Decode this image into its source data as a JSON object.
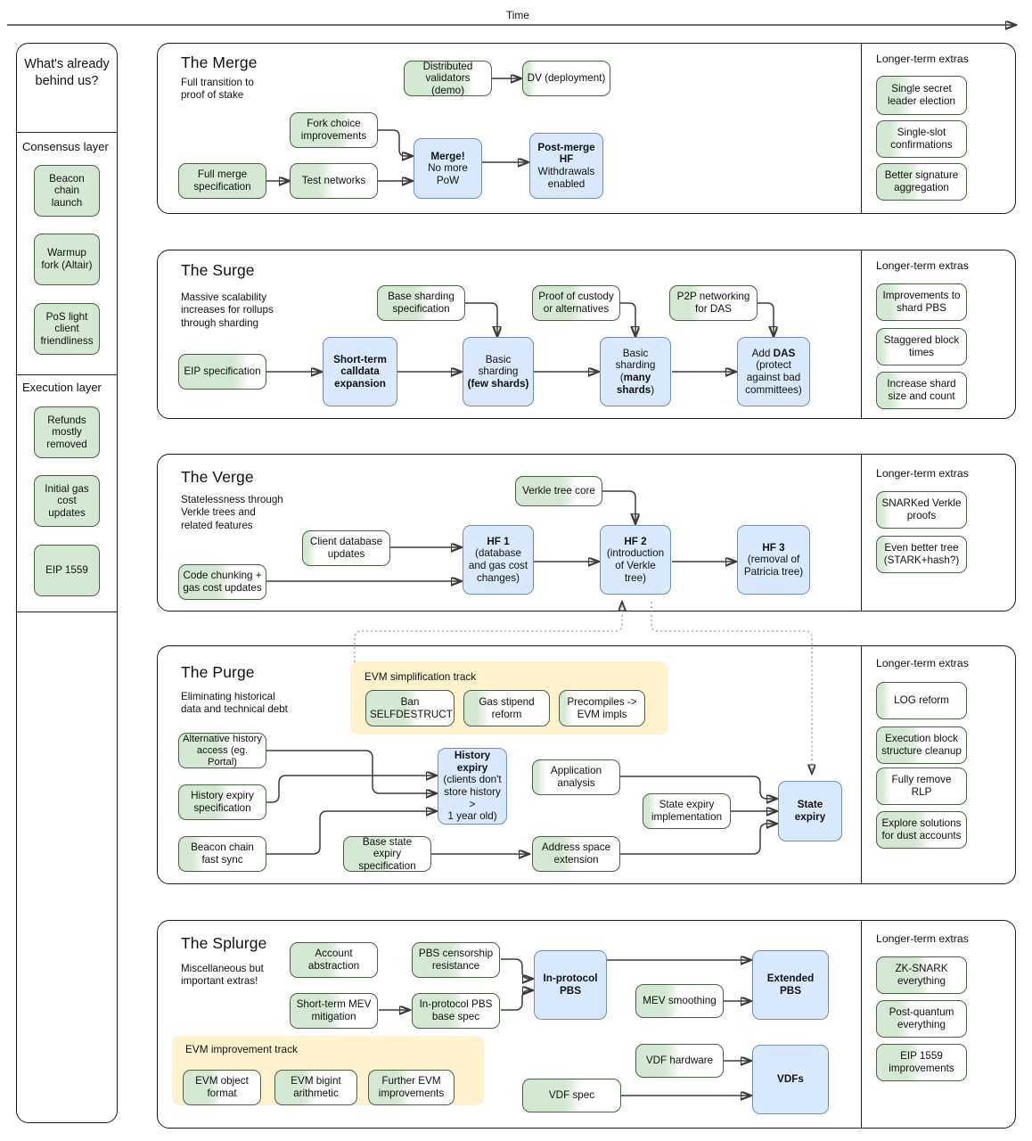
{
  "timeline": {
    "axis_label": "Time"
  },
  "sidebar": {
    "heading": "What's already behind us?",
    "groups": [
      {
        "title": "Consensus layer",
        "items": [
          {
            "label": "Beacon chain launch",
            "progress": 100
          },
          {
            "label": "Warmup fork (Altair)",
            "progress": 100
          },
          {
            "label": "PoS light client friendliness",
            "progress": 100
          }
        ]
      },
      {
        "title": "Execution layer",
        "items": [
          {
            "label": "Refunds mostly removed",
            "progress": 100
          },
          {
            "label": "Initial gas cost updates",
            "progress": 100
          },
          {
            "label": "EIP 1559",
            "progress": 100
          }
        ]
      }
    ]
  },
  "phases": [
    {
      "id": "merge",
      "title": "The Merge",
      "subtitle": "Full transition to proof of stake",
      "extras_title": "Longer-term extras",
      "nodes": [
        {
          "id": "distributed-validators",
          "label": "Distributed validators (demo)",
          "kind": "green",
          "progress": 70
        },
        {
          "id": "dv-deployment",
          "label": "DV (deployment)",
          "kind": "green",
          "progress": 10
        },
        {
          "id": "fork-choice-improvements",
          "label": "Fork choice improvements",
          "kind": "green",
          "progress": 60
        },
        {
          "id": "full-merge-specification",
          "label": "Full merge specification",
          "kind": "green",
          "progress": 100
        },
        {
          "id": "test-networks",
          "label": "Test networks",
          "kind": "green",
          "progress": 40
        },
        {
          "id": "merge",
          "label": "Merge! No more PoW",
          "kind": "blue",
          "bold_first": true
        },
        {
          "id": "post-merge-hf",
          "label": "Post-merge HF Withdrawals enabled",
          "kind": "blue",
          "bold_first": true
        }
      ],
      "extras": [
        {
          "label": "Single secret leader election",
          "progress": 30
        },
        {
          "label": "Single-slot confirmations",
          "progress": 20
        },
        {
          "label": "Better signature aggregation",
          "progress": 40
        }
      ]
    },
    {
      "id": "surge",
      "title": "The Surge",
      "subtitle": "Massive scalability increases for rollups through sharding",
      "extras_title": "Longer-term extras",
      "nodes": [
        {
          "id": "base-sharding-specification",
          "label": "Base sharding specification",
          "kind": "green",
          "progress": 50
        },
        {
          "id": "proof-of-custody",
          "label": "Proof of custody or alternatives",
          "kind": "green",
          "progress": 50
        },
        {
          "id": "p2p-networking-das",
          "label": "P2P networking for DAS",
          "kind": "green",
          "progress": 30
        },
        {
          "id": "eip-specification",
          "label": "EIP specification",
          "kind": "green",
          "progress": 70
        },
        {
          "id": "short-term-calldata-expansion",
          "label": "Short-term calldata expansion",
          "kind": "blue"
        },
        {
          "id": "basic-sharding-few",
          "label": "Basic sharding (few shards)",
          "kind": "blue"
        },
        {
          "id": "basic-sharding-many",
          "label": "Basic sharding (many shards)",
          "kind": "blue"
        },
        {
          "id": "add-das",
          "label": "Add DAS (protect against bad committees)",
          "kind": "blue"
        }
      ],
      "extras": [
        {
          "label": "Improvements to shard PBS",
          "progress": 25
        },
        {
          "label": "Staggered block times",
          "progress": 12
        },
        {
          "label": "Increase shard size and count",
          "progress": 25
        }
      ]
    },
    {
      "id": "verge",
      "title": "The Verge",
      "subtitle": "Statelessness through Verkle trees and related features",
      "extras_title": "Longer-term extras",
      "nodes": [
        {
          "id": "verkle-tree-core",
          "label": "Verkle tree core",
          "kind": "green",
          "progress": 60
        },
        {
          "id": "client-database-updates",
          "label": "Client database updates",
          "kind": "green",
          "progress": 12
        },
        {
          "id": "code-chunking",
          "label": "Code chunking + gas cost updates",
          "kind": "green",
          "progress": 55
        },
        {
          "id": "hf-1",
          "label": "HF 1 (database and gas cost changes)",
          "kind": "blue",
          "bold_first": true
        },
        {
          "id": "hf-2",
          "label": "HF 2 (introduction of Verkle tree)",
          "kind": "blue",
          "bold_first": true
        },
        {
          "id": "hf-3",
          "label": "HF 3 (removal of Patricia tree)",
          "kind": "blue",
          "bold_first": true
        }
      ],
      "extras": [
        {
          "label": "SNARKed Verkle proofs",
          "progress": 10
        },
        {
          "label": "Even better tree (STARK+hash?)",
          "progress": 5
        }
      ]
    },
    {
      "id": "purge",
      "title": "The Purge",
      "subtitle": "Eliminating historical data and technical debt",
      "extras_title": "Longer-term extras",
      "track": {
        "label": "EVM simplification track"
      },
      "nodes": [
        {
          "id": "ban-selfdestruct",
          "label": "Ban SELFDESTRUCT",
          "kind": "green",
          "progress": 50
        },
        {
          "id": "gas-stipend-reform",
          "label": "Gas stipend reform",
          "kind": "green",
          "progress": 22
        },
        {
          "id": "precompiles-evm",
          "label": "Precompiles -> EVM impls",
          "kind": "green",
          "progress": 15
        },
        {
          "id": "alternative-history-access",
          "label": "Alternative history access (eg. Portal)",
          "kind": "green",
          "progress": 55
        },
        {
          "id": "history-expiry-specification",
          "label": "History expiry specification",
          "kind": "green",
          "progress": 55
        },
        {
          "id": "beacon-chain-fast-sync",
          "label": "Beacon chain fast sync",
          "kind": "green",
          "progress": 22
        },
        {
          "id": "history-expiry",
          "label": "History expiry (clients don't store history > 1 year old)",
          "kind": "blue",
          "bold_first": true
        },
        {
          "id": "application-analysis",
          "label": "Application analysis",
          "kind": "green",
          "progress": 10
        },
        {
          "id": "base-state-expiry-specification",
          "label": "Base state expiry specification",
          "kind": "green",
          "progress": 50
        },
        {
          "id": "state-expiry-implementation",
          "label": "State expiry implementation",
          "kind": "green",
          "progress": 12
        },
        {
          "id": "address-space-extension",
          "label": "Address space extension",
          "kind": "green",
          "progress": 40
        },
        {
          "id": "state-expiry",
          "label": "State expiry",
          "kind": "blue",
          "bold_first": true
        }
      ],
      "extras": [
        {
          "label": "LOG reform",
          "progress": 12
        },
        {
          "label": "Execution block structure cleanup",
          "progress": 45
        },
        {
          "label": "Fully remove RLP",
          "progress": 12
        },
        {
          "label": "Explore solutions for dust accounts",
          "progress": 55
        }
      ]
    },
    {
      "id": "splurge",
      "title": "The Splurge",
      "subtitle": "Miscellaneous but important extras!",
      "extras_title": "Longer-term extras",
      "track": {
        "label": "EVM improvement track"
      },
      "nodes": [
        {
          "id": "account-abstraction",
          "label": "Account abstraction",
          "kind": "green",
          "progress": 55
        },
        {
          "id": "pbs-censorship-resistance",
          "label": "PBS censorship resistance",
          "kind": "green",
          "progress": 55
        },
        {
          "id": "short-term-mev-mitigation",
          "label": "Short-term MEV mitigation",
          "kind": "green",
          "progress": 55
        },
        {
          "id": "in-protocol-pbs-base-spec",
          "label": "In-protocol PBS base spec",
          "kind": "green",
          "progress": 55
        },
        {
          "id": "in-protocol-pbs",
          "label": "In-protocol PBS",
          "kind": "blue",
          "bold_first": true
        },
        {
          "id": "mev-smoothing",
          "label": "MEV smoothing",
          "kind": "green",
          "progress": 42
        },
        {
          "id": "extended-pbs",
          "label": "Extended PBS",
          "kind": "blue",
          "bold_first": true
        },
        {
          "id": "evm-object-format",
          "label": "EVM object format",
          "kind": "green",
          "progress": 45
        },
        {
          "id": "evm-bigint-arithmetic",
          "label": "EVM bigint arithmetic",
          "kind": "green",
          "progress": 45
        },
        {
          "id": "further-evm-improvements",
          "label": "Further EVM improvements",
          "kind": "green",
          "progress": 45
        },
        {
          "id": "vdf-hardware",
          "label": "VDF hardware",
          "kind": "green",
          "progress": 45
        },
        {
          "id": "vdf-spec",
          "label": "VDF spec",
          "kind": "green",
          "progress": 55
        },
        {
          "id": "vdfs",
          "label": "VDFs",
          "kind": "blue",
          "bold_first": true
        }
      ],
      "extras": [
        {
          "label": "ZK-SNARK everything",
          "progress": 50
        },
        {
          "label": "Post-quantum everything",
          "progress": 30
        },
        {
          "label": "EIP 1559 improvements",
          "progress": 40
        }
      ]
    }
  ],
  "colors": {
    "green_fill": "#d5e8d4",
    "green_border": "#82b366",
    "blue_fill": "#dae8fc",
    "blue_border": "#6c8ebf",
    "track_fill": "#fff2cc",
    "panel_border": "#1a1a1a",
    "connector": "#3b3b3b"
  }
}
